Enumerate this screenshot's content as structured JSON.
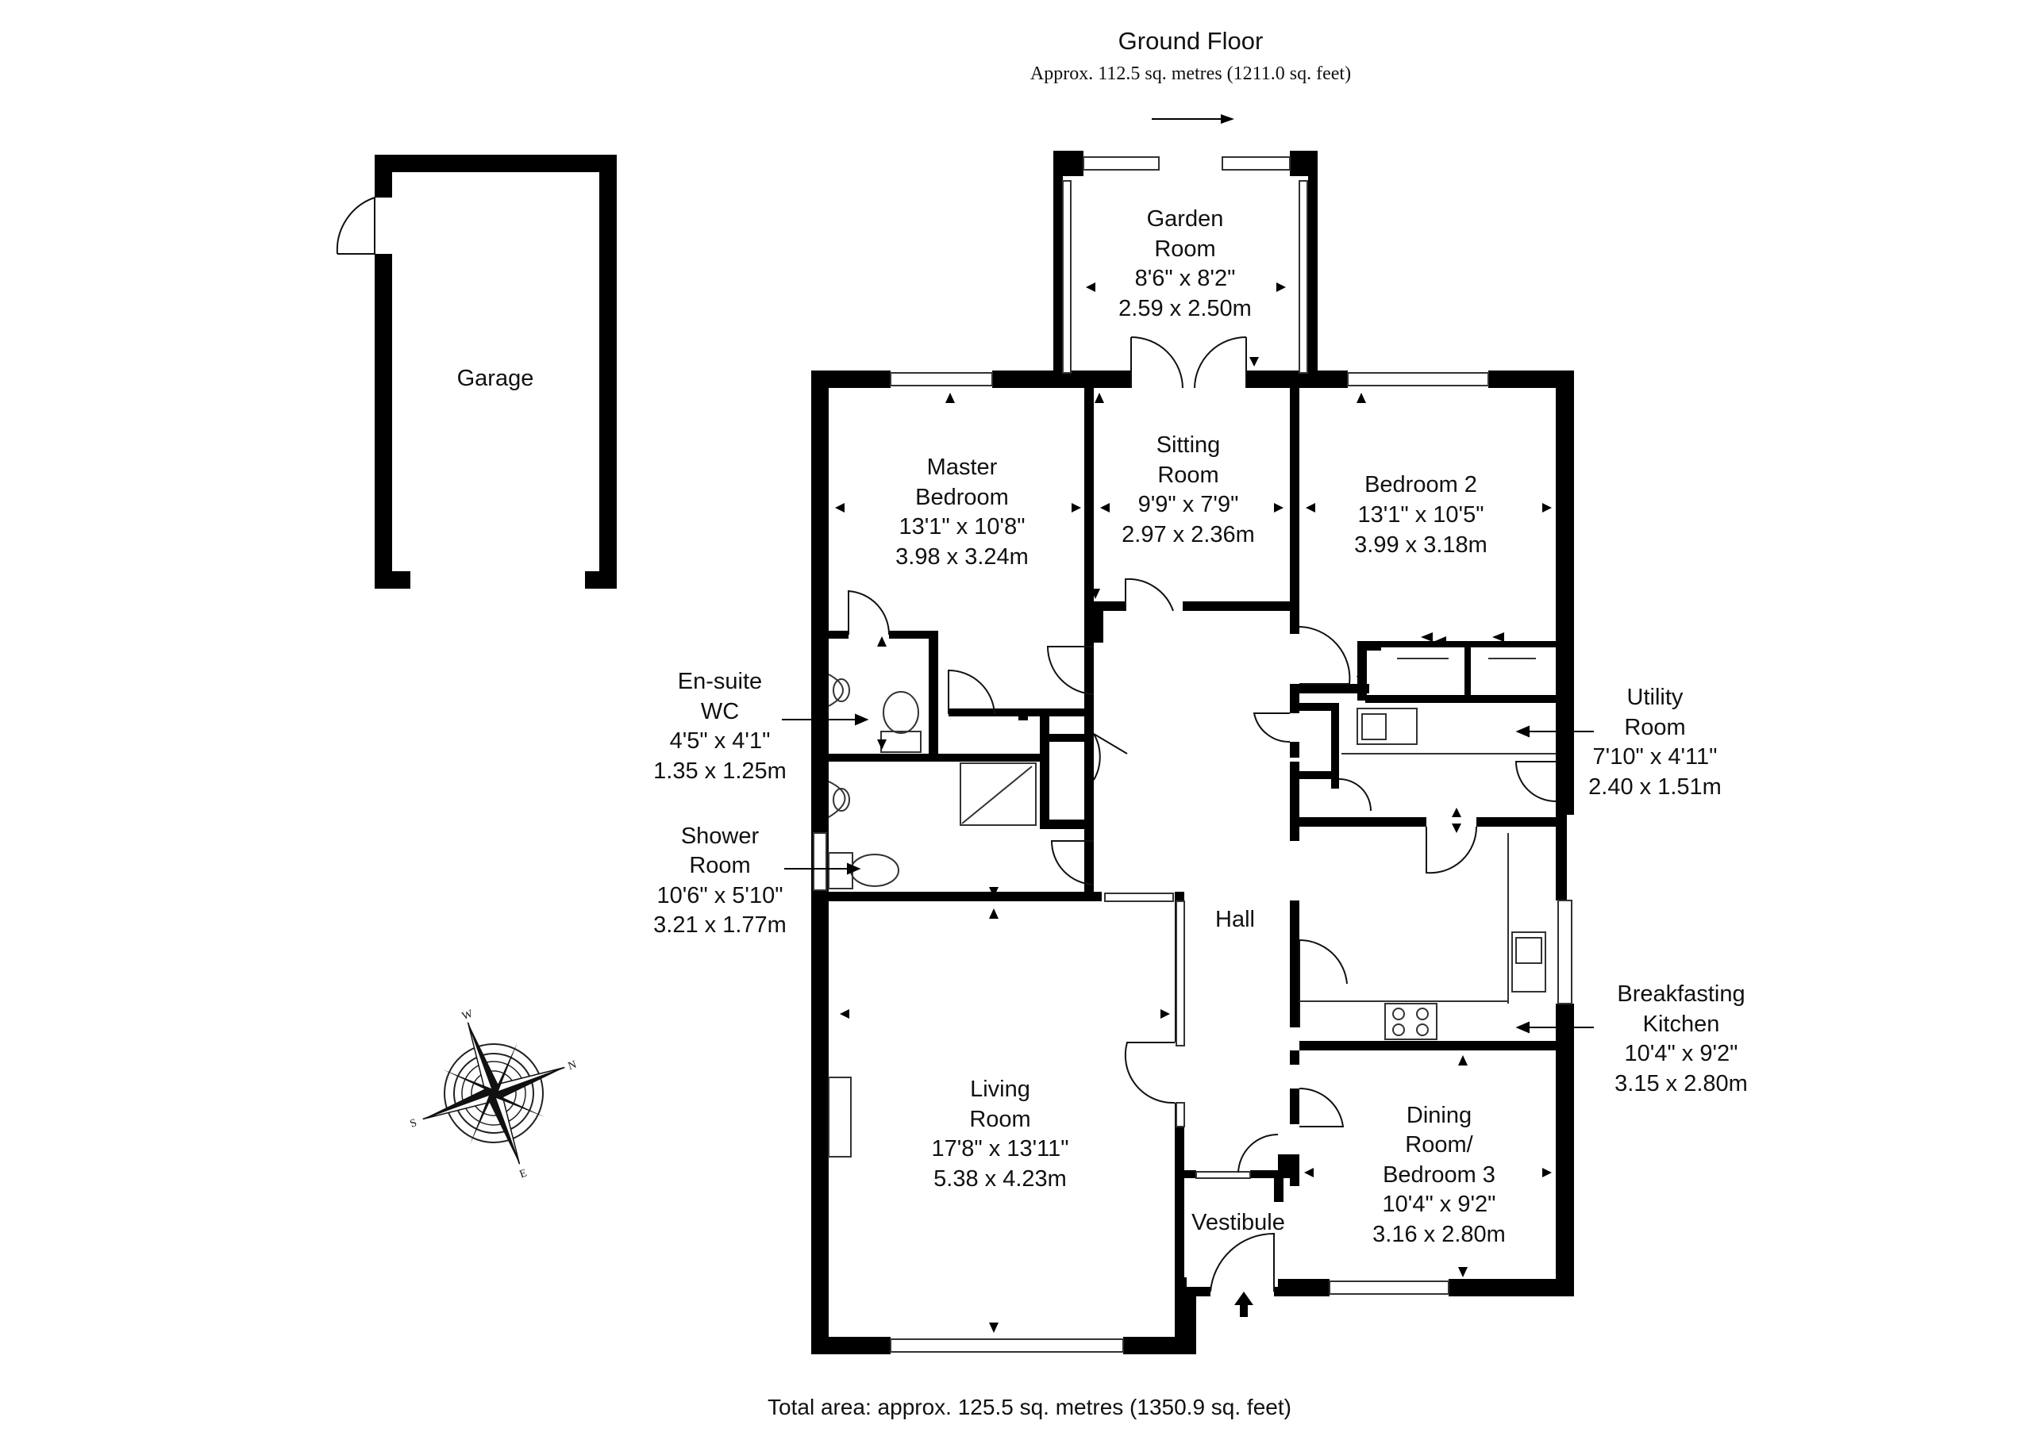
{
  "header": {
    "title": "Ground Floor",
    "subtitle": "Approx. 112.5 sq. metres (1211.0 sq. feet)"
  },
  "footer": {
    "total": "Total area: approx. 125.5 sq. metres (1350.9 sq. feet)"
  },
  "rooms": {
    "garage": {
      "name": "Garage"
    },
    "garden_room": {
      "line1": "Garden",
      "line2": "Room",
      "imperial": "8'6\" x 8'2\"",
      "metric": "2.59 x 2.50m"
    },
    "sitting_room": {
      "line1": "Sitting",
      "line2": "Room",
      "imperial": "9'9\" x 7'9\"",
      "metric": "2.97 x 2.36m"
    },
    "master_bedroom": {
      "line1": "Master",
      "line2": "Bedroom",
      "imperial": "13'1\" x 10'8\"",
      "metric": "3.98 x 3.24m"
    },
    "bedroom2": {
      "line1": "Bedroom 2",
      "imperial": "13'1\" x 10'5\"",
      "metric": "3.99 x 3.18m"
    },
    "ensuite": {
      "line1": "En-suite",
      "line2": "WC",
      "imperial": "4'5\" x 4'1\"",
      "metric": "1.35 x 1.25m"
    },
    "shower_room": {
      "line1": "Shower",
      "line2": "Room",
      "imperial": "10'6\" x 5'10\"",
      "metric": "3.21 x 1.77m"
    },
    "utility_room": {
      "line1": "Utility",
      "line2": "Room",
      "imperial": "7'10\" x 4'11\"",
      "metric": "2.40 x 1.51m"
    },
    "hall": {
      "name": "Hall"
    },
    "kitchen": {
      "line1": "Breakfasting",
      "line2": "Kitchen",
      "imperial": "10'4\" x 9'2\"",
      "metric": "3.15 x 2.80m"
    },
    "living_room": {
      "line1": "Living",
      "line2": "Room",
      "imperial": "17'8\" x 13'11\"",
      "metric": "5.38 x 4.23m"
    },
    "dining_room": {
      "line1": "Dining",
      "line2": "Room/",
      "line3": "Bedroom 3",
      "imperial": "10'4\" x 9'2\"",
      "metric": "3.16 x 2.80m"
    },
    "vestibule": {
      "name": "Vestibule"
    }
  },
  "compass": {
    "letters": {
      "w": "W",
      "n": "N",
      "s": "S",
      "e": "E"
    }
  },
  "colors": {
    "wall": "#000000",
    "window": "#555555",
    "background": "#ffffff"
  }
}
